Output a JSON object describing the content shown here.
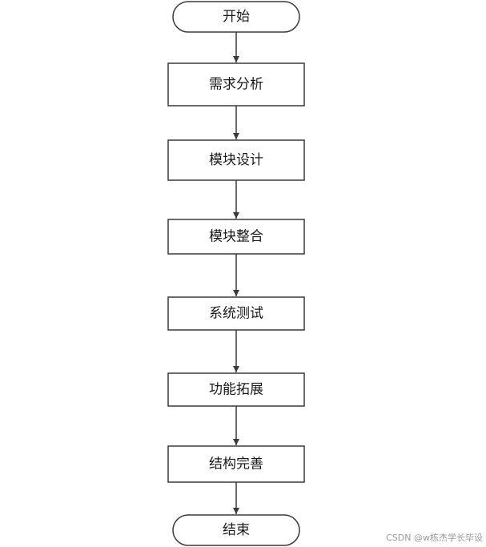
{
  "flowchart": {
    "nodes": [
      {
        "id": "start",
        "shape": "terminal",
        "label": "开始"
      },
      {
        "id": "requirements",
        "shape": "process",
        "label": "需求分析"
      },
      {
        "id": "module-design",
        "shape": "process",
        "label": "模块设计"
      },
      {
        "id": "module-integration",
        "shape": "process",
        "label": "模块整合"
      },
      {
        "id": "system-testing",
        "shape": "process",
        "label": "系统测试"
      },
      {
        "id": "feature-extension",
        "shape": "process",
        "label": "功能拓展"
      },
      {
        "id": "structure-refinement",
        "shape": "process",
        "label": "结构完善"
      },
      {
        "id": "end",
        "shape": "terminal",
        "label": "结束"
      }
    ],
    "edges": [
      {
        "from": "start",
        "to": "requirements"
      },
      {
        "from": "requirements",
        "to": "module-design"
      },
      {
        "from": "module-design",
        "to": "module-integration"
      },
      {
        "from": "module-integration",
        "to": "system-testing"
      },
      {
        "from": "system-testing",
        "to": "feature-extension"
      },
      {
        "from": "feature-extension",
        "to": "structure-refinement"
      },
      {
        "from": "structure-refinement",
        "to": "end"
      }
    ]
  },
  "watermark": "CSDN @w栋杰学长毕设",
  "colors": {
    "stroke": "#3a3a3a",
    "fill": "#ffffff",
    "text": "#1a1a1a"
  }
}
